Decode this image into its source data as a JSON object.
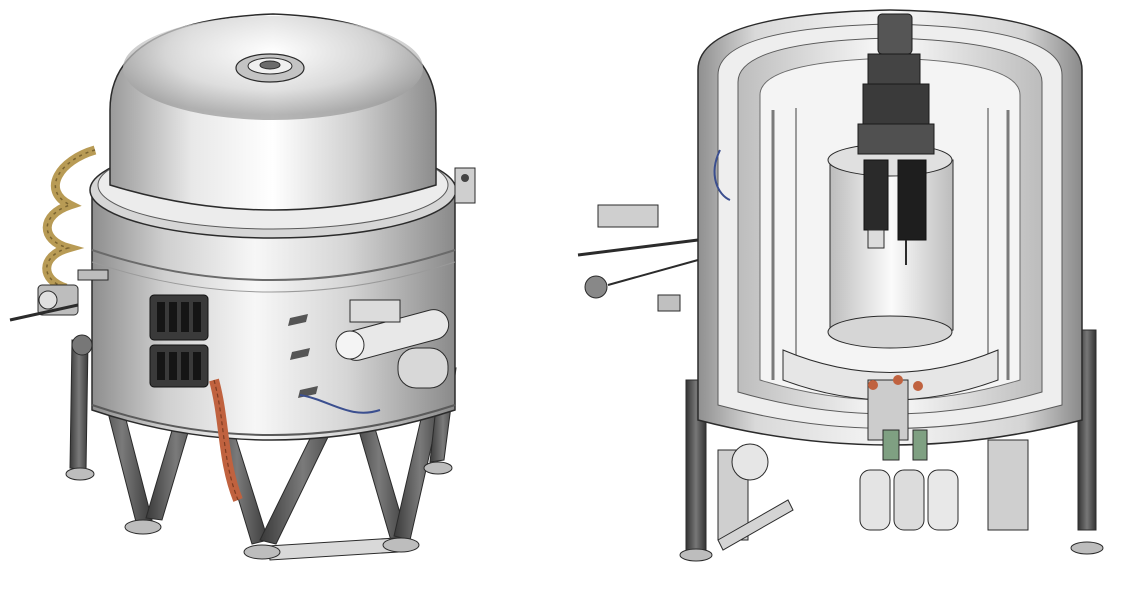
{
  "figure": {
    "panels": [
      {
        "id": "exterior-view",
        "view": "exterior"
      },
      {
        "id": "cutaway-view",
        "view": "cutaway"
      }
    ],
    "colors": {
      "background": "#ffffff",
      "steel_light": "#f2f2f2",
      "steel_mid": "#c9c9c9",
      "steel_dark": "#8a8a8a",
      "strut": "#5f5f5f",
      "strut_dark": "#3a3a3a",
      "outline": "#2b2b2b",
      "hose_brass": "#b89b55",
      "strap_copper": "#c0623f",
      "wire_blue": "#3b4f8f",
      "component_green": "#7fa082"
    }
  }
}
